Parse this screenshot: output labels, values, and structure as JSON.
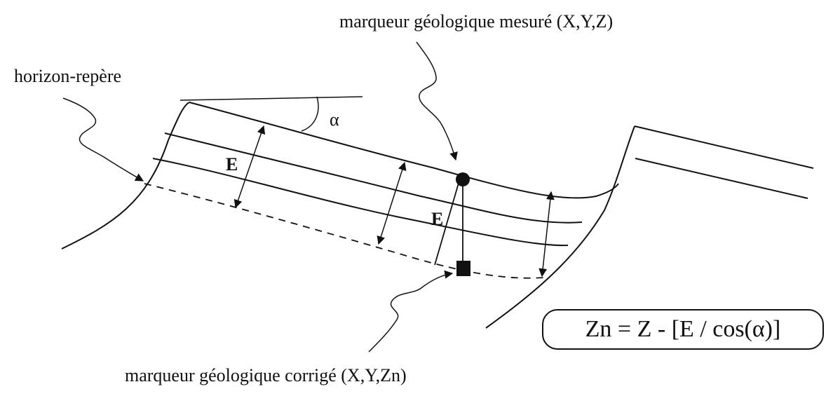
{
  "labels": {
    "measured_marker": "marqueur géologique mesuré (X,Y,Z)",
    "horizon": "horizon-repère",
    "corrected_marker": "marqueur géologique corrigé (X,Y,Zn)",
    "alpha": "α",
    "thickness_1": "E",
    "thickness_2": "E"
  },
  "formula": "Zn = Z - [E / cos(α)]",
  "colors": {
    "ink": "#111111",
    "background": "#ffffff"
  }
}
